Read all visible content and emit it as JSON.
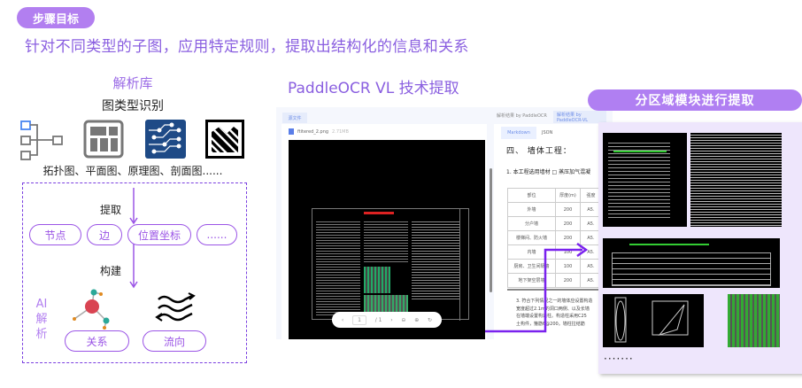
{
  "header": {
    "step_badge": "步骤目标",
    "subtitle": "针对不同类型的子图，应用特定规则，提取出结构化的信息和关系"
  },
  "library": {
    "title": "解析库",
    "type_recognition": "图类型识别",
    "icons": [
      "topology-icon",
      "floorplan-icon",
      "schematic-icon",
      "section-icon"
    ],
    "types_text": "拓扑图、平面图、原理图、剖面图......",
    "extract_label": "提取",
    "extract_items": [
      "节点",
      "边",
      "位置坐标",
      "......"
    ],
    "build_label": "构建",
    "ai_label": [
      "AI",
      "解",
      "析"
    ],
    "build_items": [
      "关系",
      "流向"
    ]
  },
  "ocr": {
    "title": "PaddleOCR VL 技术提取",
    "source_tab": "源文件",
    "result_tab_1": "解析结果 by PaddleOCR",
    "result_tab_2": "解析结果 by PaddleOCR-VL",
    "file_name": "ftitered_2.png",
    "file_size": "2.71MB",
    "view_markdown": "Markdown",
    "view_json": "JSON",
    "section_heading": "四、 墙体工程：",
    "paragraph_1": "1. 本工程选用墙材 □ 蒸压加气混凝",
    "table": {
      "headers": [
        "部位",
        "厚度(m)",
        "强度"
      ],
      "rows": [
        [
          "外墙",
          "200",
          "A5."
        ],
        [
          "分户墙",
          "200",
          "A5."
        ],
        [
          "楼梯间、防火墙",
          "200",
          "A5."
        ],
        [
          "内墙",
          "100",
          "A5."
        ],
        [
          "厨房、卫生间隔墙",
          "100",
          "A5."
        ],
        [
          "地下架空层墙",
          "200",
          "A5."
        ]
      ]
    },
    "paragraph_3": [
      "3. 符合下列情况之一的墙体应设置构造",
      "宽度超过2.1m的洞口两侧、以及长墙",
      "在墙端设置构造柱。构造柱采用C25",
      "土构件，箍筋6@200。墙柱拉结筋"
    ],
    "pager": {
      "prev": "‹",
      "page": "1",
      "total": "/ 1",
      "next": "›",
      "zoom_out": "⊖",
      "zoom_in": "⊕",
      "rotate": "↻"
    }
  },
  "regions": {
    "title": "分区域模块进行提取",
    "ellipsis": "·······"
  },
  "colors": {
    "accent_purple": "#b27ff0",
    "text_purple": "#8a5fe0",
    "arrow_purple": "#7a22ee",
    "region_bg": "#eee6fc"
  }
}
